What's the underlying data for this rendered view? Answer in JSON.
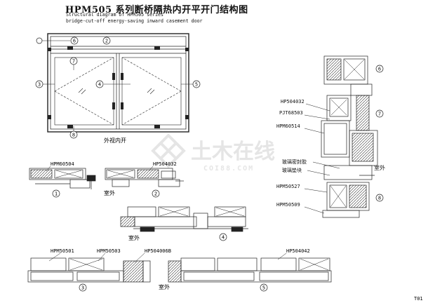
{
  "header": {
    "title": "HPM505  系列断桥隔热内开平开门结构图",
    "subtitle_line1": "Structural diagram of HPM505 series",
    "subtitle_line2": "bridge-cut-off energy-saving inward casement door"
  },
  "elevation": {
    "caption": "外视内开",
    "markers": [
      "1",
      "2",
      "3",
      "4",
      "5",
      "6",
      "7",
      "8"
    ]
  },
  "section_labels": {
    "hpm60504": "HPM60504",
    "hp504032_a": "HP504032",
    "outdoor_a": "室外",
    "outdoor_b": "室外",
    "hpm50501": "HPM50501",
    "hpm50503": "HPM50503",
    "hp504006b": "HP504006B",
    "hp504042": "HP504042",
    "outdoor_c": "室外"
  },
  "vertical_section": {
    "labels": {
      "hp504032": "HP504032",
      "pjt68503": "PJT68503",
      "hpm60514": "HPM60514",
      "glass_sealant": "玻璃密封胶",
      "glass_pad": "玻璃垫块",
      "hpm50527": "HPM50527",
      "hpm50509": "HPM50509",
      "outdoor": "室外"
    }
  },
  "watermark": {
    "text_cn": "土木在线",
    "text_en": "COI88.COM"
  },
  "page_number": "T01"
}
